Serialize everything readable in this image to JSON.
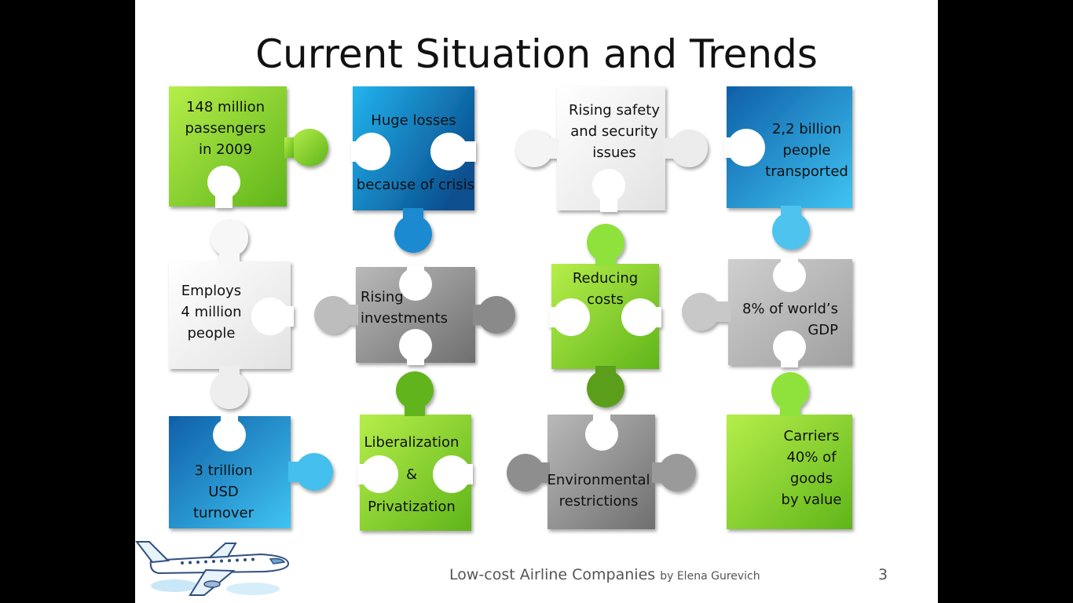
{
  "slide": {
    "title": "Current Situation and Trends",
    "footer_title": "Low-cost Airline Companies",
    "footer_author": "by Elena Gurevich",
    "page_number": "3"
  },
  "pieces": [
    {
      "id": "passengers",
      "lines": [
        "148 million",
        "passengers",
        "in 2009"
      ],
      "color": "green"
    },
    {
      "id": "losses",
      "lines": [
        "Huge losses",
        "because of crisis"
      ],
      "color": "blue"
    },
    {
      "id": "safety",
      "lines": [
        "Rising safety",
        "and security",
        "issues"
      ],
      "color": "white"
    },
    {
      "id": "billion",
      "lines": [
        "2,2 billion",
        "people",
        "transported"
      ],
      "color": "blue"
    },
    {
      "id": "employs",
      "lines": [
        "Employs",
        "4 million",
        "people"
      ],
      "color": "white"
    },
    {
      "id": "investments",
      "lines": [
        "Rising",
        "investments"
      ],
      "color": "gray"
    },
    {
      "id": "costs",
      "lines": [
        "Reducing",
        "costs"
      ],
      "color": "green"
    },
    {
      "id": "gdp",
      "lines": [
        "8% of world’s",
        "GDP"
      ],
      "color": "gray"
    },
    {
      "id": "turnover",
      "lines": [
        "3 trillion",
        "USD",
        "turnover"
      ],
      "color": "blue"
    },
    {
      "id": "liberalization",
      "lines": [
        "Liberalization",
        "&",
        "Privatization"
      ],
      "color": "green"
    },
    {
      "id": "environmental",
      "lines": [
        "Environmental",
        "restrictions"
      ],
      "color": "gray"
    },
    {
      "id": "carriers",
      "lines": [
        "Carriers",
        "40% of",
        "goods",
        "by value"
      ],
      "color": "green"
    }
  ],
  "colors": {
    "green": "#7ed321",
    "blue": "#1e88d6",
    "white": "#f0f0f0",
    "gray": "#9a9a9a",
    "slide_bg": "#ffffff",
    "frame": "#000000"
  }
}
